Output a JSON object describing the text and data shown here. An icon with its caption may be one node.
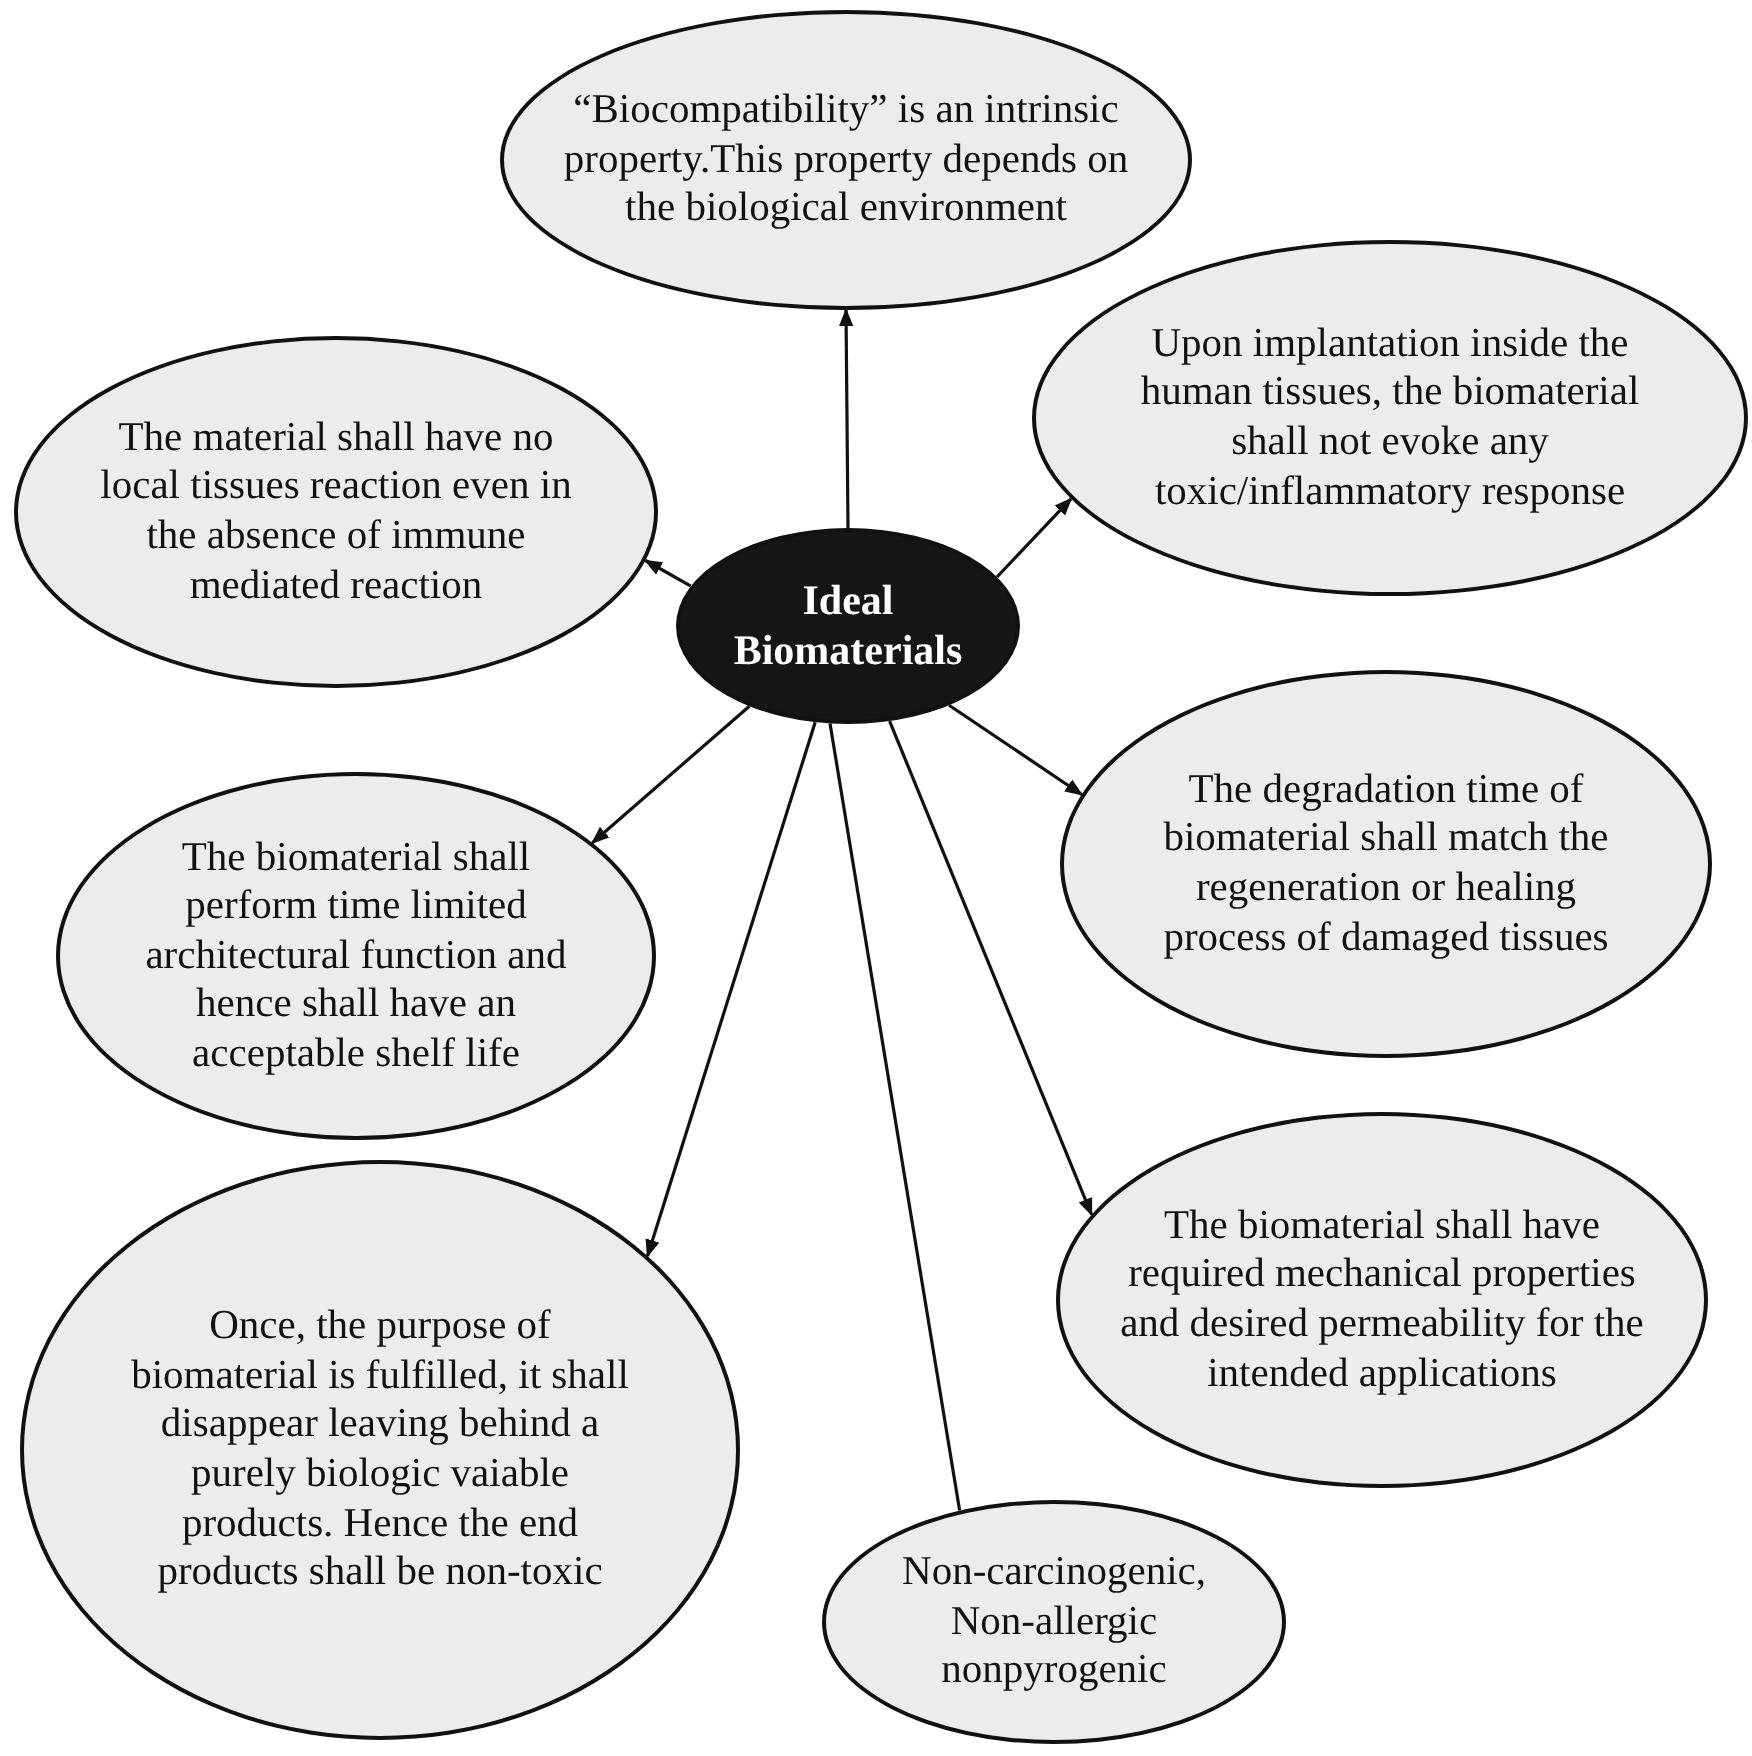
{
  "diagram": {
    "nodes": [
      {
        "text": [
          "Ideal Biomaterials"
        ]
      },
      {
        "text": [
          "“Biocompatibility” is an intrinsic property.This property depends on the biological environment"
        ]
      },
      {
        "text": [
          "The material shall have no local tissues reaction even in the absence of immune mediated reaction"
        ]
      },
      {
        "text": [
          "Upon implantation inside the human tissues, the biomaterial shall not evoke any toxic/inflammatory response"
        ]
      },
      {
        "text": [
          "The biomaterial shall perform time limited architectural function and hence shall have an acceptable shelf life"
        ]
      },
      {
        "text": [
          "The degradation time of biomaterial shall match the regeneration or healing process of damaged tissues"
        ]
      },
      {
        "text": [
          "Once, the purpose of biomaterial is fulfilled, it shall disappear leaving behind a purely biologic vaiable products. Hence the end products shall be non-toxic"
        ]
      },
      {
        "text": [
          "The biomaterial shall have required mechanical properties and desired permeability for the intended applications"
        ]
      },
      {
        "text": [
          "Non-carcinogenic, Non-allergic nonpyrogenic"
        ]
      }
    ],
    "edges": [
      {
        "from": 0,
        "to": 1,
        "arrow": "to"
      },
      {
        "from": 0,
        "to": 2,
        "arrow": "to"
      },
      {
        "from": 0,
        "to": 3,
        "arrow": "to"
      },
      {
        "from": 0,
        "to": 4,
        "arrow": "to"
      },
      {
        "from": 0,
        "to": 5,
        "arrow": "to"
      },
      {
        "from": 0,
        "to": 6,
        "arrow": "to"
      },
      {
        "from": 0,
        "to": 7,
        "arrow": "to"
      },
      {
        "from": 0,
        "to": 8,
        "arrow": "none"
      }
    ]
  }
}
